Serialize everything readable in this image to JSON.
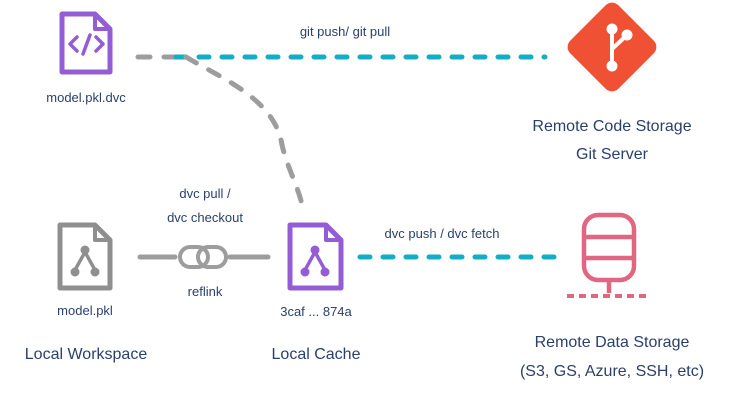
{
  "colors": {
    "dvc_purple": "#945dd6",
    "git_orange": "#f05033",
    "storage_pink": "#e06681",
    "dvc_teal": "#13adc7",
    "connector_gray": "#9d9d9d",
    "text_navy": "#2a3f6b"
  },
  "nodes": {
    "dvc_file": {
      "icon": "code-file-icon",
      "label": "model.pkl.dvc"
    },
    "git_server": {
      "icon": "git-logo-icon",
      "label_line1": "Remote Code Storage",
      "label_line2": "Git Server"
    },
    "workspace_file": {
      "icon": "model-file-icon",
      "label": "model.pkl",
      "section_label": "Local Workspace"
    },
    "link": {
      "icon": "chain-link-icon",
      "label": "reflink"
    },
    "cache_file": {
      "icon": "model-file-icon",
      "label": "3caf ... 874a",
      "section_label": "Local Cache"
    },
    "data_storage": {
      "icon": "database-icon",
      "label_line1": "Remote Data Storage",
      "label_line2": "(S3, GS, Azure, SSH, etc)"
    }
  },
  "edges": {
    "git": {
      "label": "git push/ git pull"
    },
    "checkout": {
      "label_line1": "dvc pull /",
      "label_line2": "dvc checkout"
    },
    "data": {
      "label": "dvc push / dvc fetch"
    }
  }
}
